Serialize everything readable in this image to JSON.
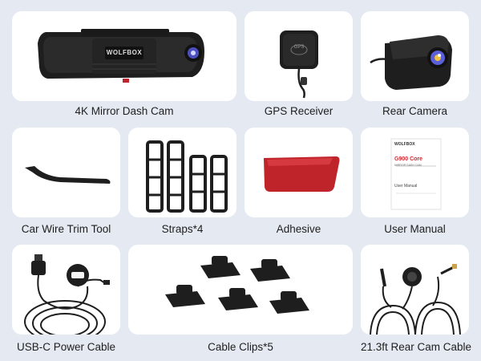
{
  "items": [
    {
      "label": "4K Mirror Dash Cam",
      "brand": "WOLFBOX"
    },
    {
      "label": "GPS Receiver",
      "badge": "GPS"
    },
    {
      "label": "Rear Camera"
    },
    {
      "label": "Car Wire Trim Tool"
    },
    {
      "label": "Straps*4"
    },
    {
      "label": "Adhesive"
    },
    {
      "label": "User Manual",
      "brand": "WOLFBOX",
      "model": "G900 Core",
      "subtitle": "MIRROR DASH CAM",
      "doc": "User Manual"
    },
    {
      "label": "USB-C Power Cable"
    },
    {
      "label": "Cable Clips*5"
    },
    {
      "label": "21.3ft Rear Cam Cable"
    }
  ],
  "colors": {
    "background": "#e4e9f2",
    "card": "#ffffff",
    "product_dark": "#1e1e1e",
    "adhesive_red": "#c0242b",
    "lens_blue": "#5b5fd8"
  },
  "icons": [
    "dash-cam-icon",
    "gps-receiver-icon",
    "rear-camera-icon",
    "trim-tool-icon",
    "straps-icon",
    "adhesive-icon",
    "manual-icon",
    "power-cable-icon",
    "cable-clips-icon",
    "rear-cable-icon"
  ]
}
